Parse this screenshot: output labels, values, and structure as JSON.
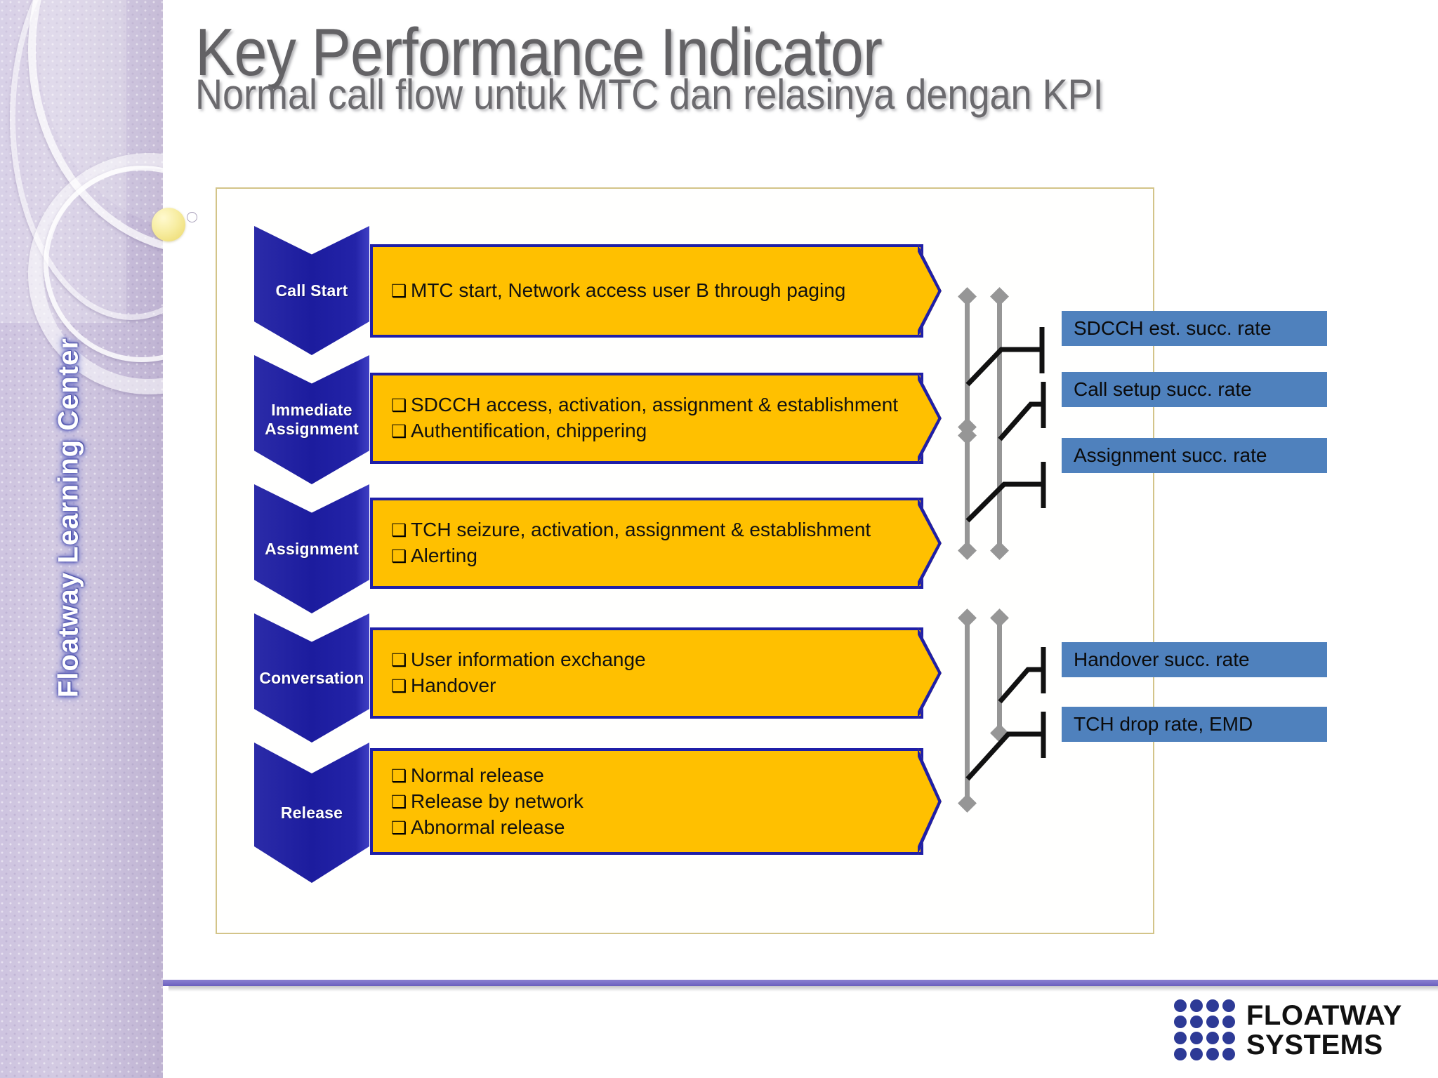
{
  "slide": {
    "title": "Key Performance Indicator",
    "subtitle": "Normal call flow untuk MTC dan relasinya dengan KPI",
    "sidebar_label": "Floatway Learning Center"
  },
  "colors": {
    "chevron_blue": "#1f1fa8",
    "content_amber": "#ffc000",
    "kpi_blue": "#4f81bd",
    "frame_gold": "#d3c489",
    "sidebar_lavender": "#cec4e0",
    "title_gray": "#636265",
    "measure_gray": "#969696",
    "footer_purple": "#7a6fc8",
    "logo_blue": "#2d3a96"
  },
  "flow": {
    "bullet_glyph": "❑",
    "stages": [
      {
        "label": "Call Start",
        "items": [
          "MTC start, Network access user B through paging"
        ]
      },
      {
        "label": "Immediate Assignment",
        "items": [
          "SDCCH access, activation, assignment & establishment",
          "Authentification, chippering"
        ]
      },
      {
        "label": "Assignment",
        "items": [
          "TCH seizure, activation, assignment & establishment",
          "Alerting"
        ]
      },
      {
        "label": "Conversation",
        "items": [
          "User information exchange",
          "Handover"
        ]
      },
      {
        "label": "Release",
        "items": [
          "Normal release",
          "Release by network",
          "Abnormal release"
        ]
      }
    ]
  },
  "kpis": [
    {
      "label": "SDCCH est. succ. rate"
    },
    {
      "label": "Call setup succ. rate"
    },
    {
      "label": "Assignment succ. rate"
    },
    {
      "label": "Handover succ. rate"
    },
    {
      "label": "TCH drop rate, EMD"
    }
  ],
  "logo": {
    "line1": "FLOATWAY",
    "line2": "SYSTEMS"
  }
}
